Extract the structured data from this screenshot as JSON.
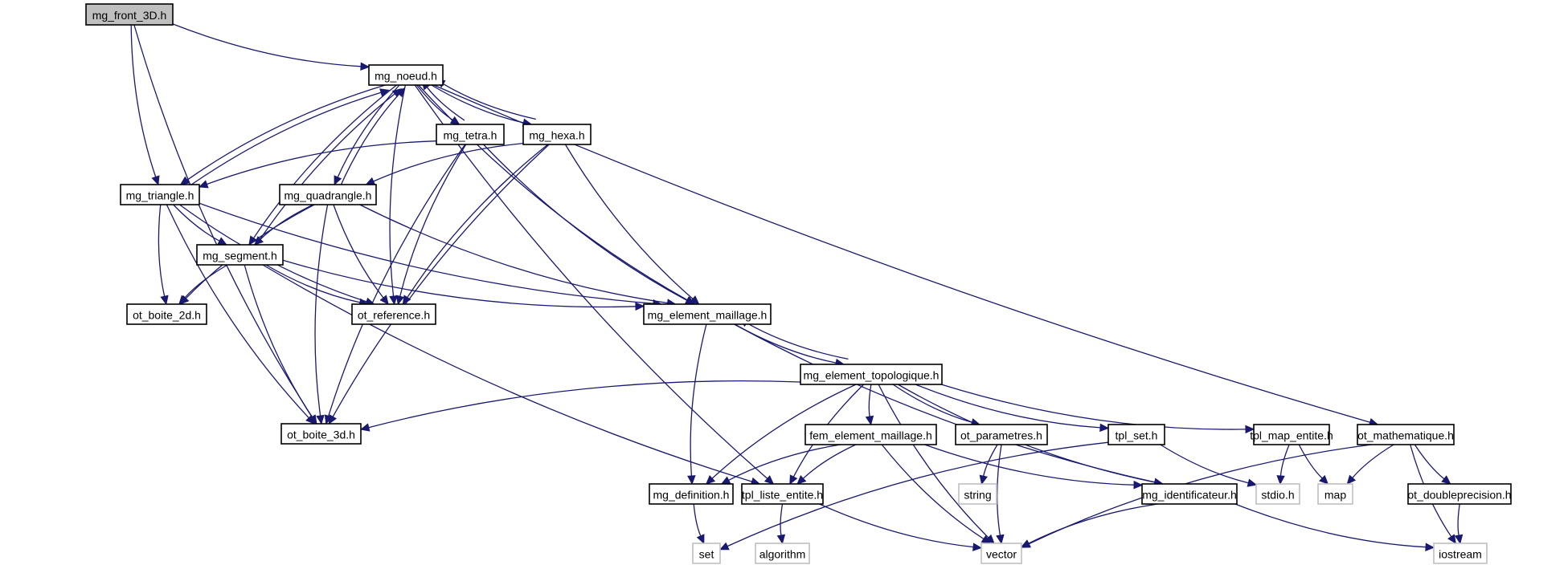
{
  "title": "mg_front_3D.h include dependency graph",
  "colors": {
    "edge": "#191970",
    "root_fill": "#bfbfbf",
    "local_border": "#000000",
    "system_border": "#bfbfbf"
  },
  "nodes": [
    {
      "id": "mg_front_3D",
      "label": "mg_front_3D.h",
      "kind": "root"
    },
    {
      "id": "mg_noeud",
      "label": "mg_noeud.h",
      "kind": "local"
    },
    {
      "id": "mg_tetra",
      "label": "mg_tetra.h",
      "kind": "local"
    },
    {
      "id": "mg_hexa",
      "label": "mg_hexa.h",
      "kind": "local"
    },
    {
      "id": "mg_triangle",
      "label": "mg_triangle.h",
      "kind": "local"
    },
    {
      "id": "mg_quadrangle",
      "label": "mg_quadrangle.h",
      "kind": "local"
    },
    {
      "id": "mg_segment",
      "label": "mg_segment.h",
      "kind": "local"
    },
    {
      "id": "ot_boite_2d",
      "label": "ot_boite_2d.h",
      "kind": "local"
    },
    {
      "id": "ot_reference",
      "label": "ot_reference.h",
      "kind": "local"
    },
    {
      "id": "mg_element_maillage",
      "label": "mg_element_maillage.h",
      "kind": "local"
    },
    {
      "id": "mg_element_topologique",
      "label": "mg_element_topologique.h",
      "kind": "local"
    },
    {
      "id": "ot_boite_3d",
      "label": "ot_boite_3d.h",
      "kind": "local"
    },
    {
      "id": "fem_element_maillage",
      "label": "fem_element_maillage.h",
      "kind": "local"
    },
    {
      "id": "ot_parametres",
      "label": "ot_parametres.h",
      "kind": "local"
    },
    {
      "id": "tpl_set",
      "label": "tpl_set.h",
      "kind": "local"
    },
    {
      "id": "tpl_map_entite",
      "label": "tpl_map_entite.h",
      "kind": "local"
    },
    {
      "id": "ot_mathematique",
      "label": "ot_mathematique.h",
      "kind": "local"
    },
    {
      "id": "mg_definition",
      "label": "mg_definition.h",
      "kind": "local"
    },
    {
      "id": "tpl_liste_entite",
      "label": "tpl_liste_entite.h",
      "kind": "local"
    },
    {
      "id": "mg_identificateur",
      "label": "mg_identificateur.h",
      "kind": "local"
    },
    {
      "id": "string",
      "label": "string",
      "kind": "system"
    },
    {
      "id": "stdio",
      "label": "stdio.h",
      "kind": "system"
    },
    {
      "id": "map",
      "label": "map",
      "kind": "system"
    },
    {
      "id": "ot_doubleprecision",
      "label": "ot_doubleprecision.h",
      "kind": "local"
    },
    {
      "id": "set",
      "label": "set",
      "kind": "system"
    },
    {
      "id": "algorithm",
      "label": "algorithm",
      "kind": "system"
    },
    {
      "id": "vector",
      "label": "vector",
      "kind": "system"
    },
    {
      "id": "iostream",
      "label": "iostream",
      "kind": "system"
    }
  ],
  "edges": [
    {
      "from": "mg_front_3D",
      "to": "mg_noeud"
    },
    {
      "from": "mg_front_3D",
      "to": "mg_triangle"
    },
    {
      "from": "mg_front_3D",
      "to": "ot_boite_3d"
    },
    {
      "from": "mg_noeud",
      "to": "mg_triangle"
    },
    {
      "from": "mg_noeud",
      "to": "mg_segment"
    },
    {
      "from": "mg_noeud",
      "to": "mg_quadrangle"
    },
    {
      "from": "mg_noeud",
      "to": "ot_reference"
    },
    {
      "from": "mg_noeud",
      "to": "mg_tetra"
    },
    {
      "from": "mg_noeud",
      "to": "mg_hexa"
    },
    {
      "from": "mg_noeud",
      "to": "mg_element_maillage"
    },
    {
      "from": "mg_noeud",
      "to": "tpl_liste_entite"
    },
    {
      "from": "mg_noeud",
      "to": "ot_mathematique"
    },
    {
      "from": "mg_triangle",
      "to": "mg_noeud"
    },
    {
      "from": "mg_triangle",
      "to": "mg_segment"
    },
    {
      "from": "mg_triangle",
      "to": "ot_boite_2d"
    },
    {
      "from": "mg_triangle",
      "to": "ot_reference"
    },
    {
      "from": "mg_triangle",
      "to": "mg_element_maillage"
    },
    {
      "from": "mg_triangle",
      "to": "ot_boite_3d"
    },
    {
      "from": "mg_quadrangle",
      "to": "mg_noeud"
    },
    {
      "from": "mg_quadrangle",
      "to": "mg_segment"
    },
    {
      "from": "mg_quadrangle",
      "to": "ot_boite_2d"
    },
    {
      "from": "mg_quadrangle",
      "to": "ot_reference"
    },
    {
      "from": "mg_quadrangle",
      "to": "mg_element_maillage"
    },
    {
      "from": "mg_quadrangle",
      "to": "ot_boite_3d"
    },
    {
      "from": "mg_segment",
      "to": "mg_noeud"
    },
    {
      "from": "mg_segment",
      "to": "ot_boite_2d"
    },
    {
      "from": "mg_segment",
      "to": "ot_reference"
    },
    {
      "from": "mg_segment",
      "to": "mg_element_maillage"
    },
    {
      "from": "mg_segment",
      "to": "ot_boite_3d"
    },
    {
      "from": "mg_segment",
      "to": "tpl_liste_entite"
    },
    {
      "from": "mg_tetra",
      "to": "mg_noeud"
    },
    {
      "from": "mg_tetra",
      "to": "mg_triangle"
    },
    {
      "from": "mg_tetra",
      "to": "ot_reference"
    },
    {
      "from": "mg_tetra",
      "to": "mg_element_maillage"
    },
    {
      "from": "mg_tetra",
      "to": "ot_boite_3d"
    },
    {
      "from": "mg_hexa",
      "to": "mg_noeud"
    },
    {
      "from": "mg_hexa",
      "to": "mg_quadrangle"
    },
    {
      "from": "mg_hexa",
      "to": "ot_reference"
    },
    {
      "from": "mg_hexa",
      "to": "mg_element_maillage"
    },
    {
      "from": "mg_hexa",
      "to": "ot_boite_3d"
    },
    {
      "from": "mg_element_maillage",
      "to": "mg_element_topologique"
    },
    {
      "from": "mg_element_maillage",
      "to": "mg_definition"
    },
    {
      "from": "mg_element_maillage",
      "to": "mg_identificateur"
    },
    {
      "from": "mg_element_topologique",
      "to": "mg_element_maillage"
    },
    {
      "from": "mg_element_topologique",
      "to": "ot_boite_3d"
    },
    {
      "from": "mg_element_topologique",
      "to": "fem_element_maillage"
    },
    {
      "from": "mg_element_topologique",
      "to": "ot_parametres"
    },
    {
      "from": "mg_element_topologique",
      "to": "tpl_set"
    },
    {
      "from": "mg_element_topologique",
      "to": "tpl_map_entite"
    },
    {
      "from": "mg_element_topologique",
      "to": "mg_definition"
    },
    {
      "from": "mg_element_topologique",
      "to": "tpl_liste_entite"
    },
    {
      "from": "mg_element_topologique",
      "to": "mg_identificateur"
    },
    {
      "from": "mg_element_topologique",
      "to": "vector"
    },
    {
      "from": "fem_element_maillage",
      "to": "mg_definition"
    },
    {
      "from": "fem_element_maillage",
      "to": "tpl_liste_entite"
    },
    {
      "from": "fem_element_maillage",
      "to": "mg_identificateur"
    },
    {
      "from": "fem_element_maillage",
      "to": "vector"
    },
    {
      "from": "ot_parametres",
      "to": "string"
    },
    {
      "from": "ot_parametres",
      "to": "vector"
    },
    {
      "from": "tpl_set",
      "to": "stdio"
    },
    {
      "from": "tpl_set",
      "to": "set"
    },
    {
      "from": "tpl_map_entite",
      "to": "stdio"
    },
    {
      "from": "tpl_map_entite",
      "to": "map"
    },
    {
      "from": "ot_mathematique",
      "to": "map"
    },
    {
      "from": "ot_mathematique",
      "to": "ot_doubleprecision"
    },
    {
      "from": "ot_mathematique",
      "to": "vector"
    },
    {
      "from": "ot_mathematique",
      "to": "iostream"
    },
    {
      "from": "mg_definition",
      "to": "set"
    },
    {
      "from": "tpl_liste_entite",
      "to": "algorithm"
    },
    {
      "from": "tpl_liste_entite",
      "to": "vector"
    },
    {
      "from": "mg_identificateur",
      "to": "vector"
    },
    {
      "from": "mg_identificateur",
      "to": "iostream"
    },
    {
      "from": "ot_doubleprecision",
      "to": "iostream"
    }
  ]
}
